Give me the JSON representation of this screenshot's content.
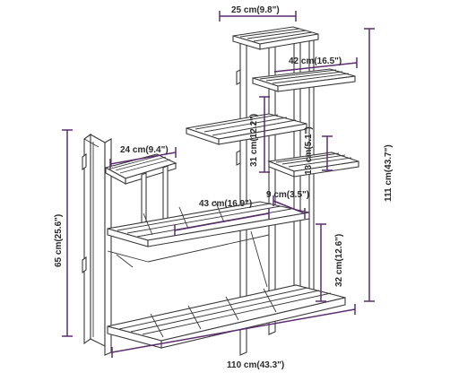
{
  "diagram": {
    "accent_color": "#5a2d6e",
    "line_color": "#3a3a3a",
    "dimensions": {
      "top_width": "25 cm(9.8\")",
      "upper_shelf_width": "42 cm(16.5\")",
      "middle_gap": "31 cm(12.2\")",
      "small_gap": "13 cm(5.1\")",
      "side_shelf_width": "24 cm(9.4\")",
      "long_shelf_width": "43 cm(16.9\")",
      "shelf_depth": "9 cm(3.5\")",
      "left_height": "65 cm(25.6\")",
      "total_height": "111 cm(43.7\")",
      "lower_gap": "32 cm(12.6\")",
      "total_width": "110 cm(43.3\")"
    }
  }
}
